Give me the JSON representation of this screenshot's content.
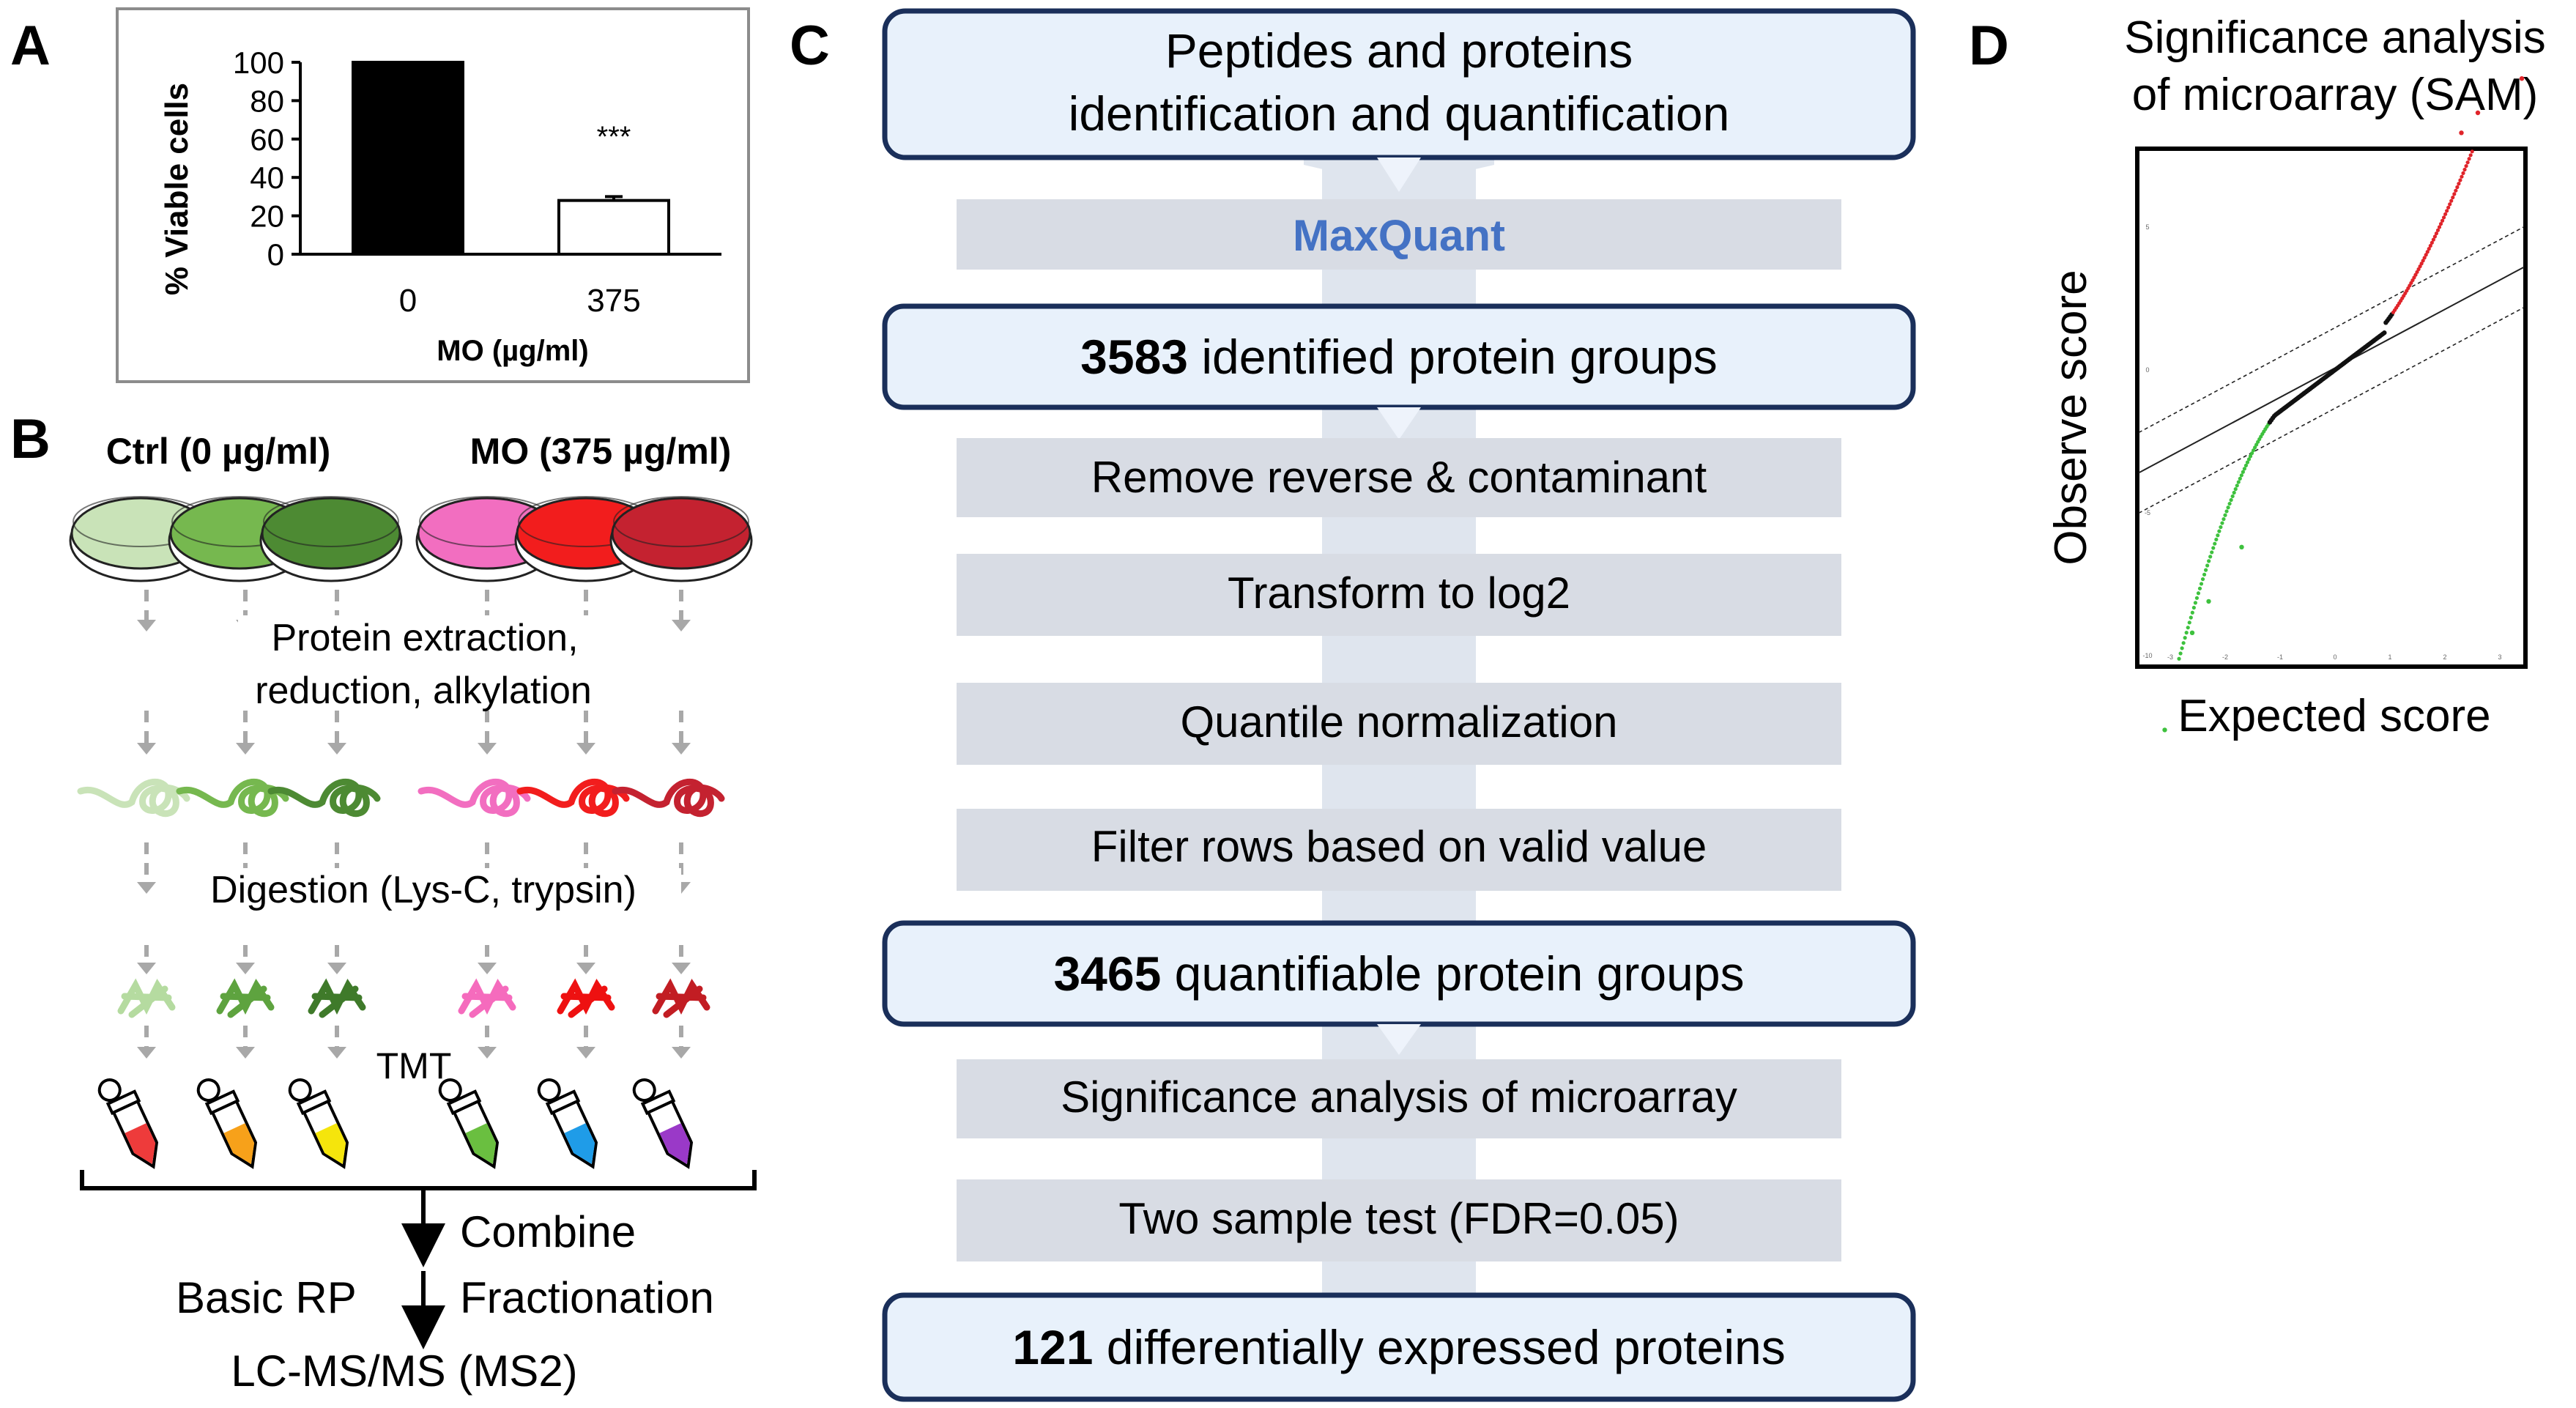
{
  "panels": {
    "a": {
      "letter": "A"
    },
    "b": {
      "letter": "B"
    },
    "c": {
      "letter": "C"
    },
    "d": {
      "letter": "D"
    }
  },
  "viability_chart": {
    "chart_data": {
      "type": "bar",
      "categories": [
        "0",
        "375"
      ],
      "values": [
        100,
        28
      ],
      "error": [
        0,
        2
      ],
      "ylabel": "% Viable cells",
      "xlabel": "MO (µg/ml)",
      "yticks": [
        0,
        20,
        40,
        60,
        80,
        100
      ],
      "ylim": [
        0,
        100
      ],
      "bar_fill": [
        "#000000",
        "#ffffff"
      ],
      "annotation": "***"
    }
  },
  "workflow_b": {
    "ctrl_label": "Ctrl (0 µg/ml)",
    "mo_label": "MO (375 µg/ml)",
    "step_extraction_line1": "Protein  extraction,",
    "step_extraction_line2": "reduction,  alkylation",
    "step_digestion": "Digestion (Lys-C, trypsin)",
    "step_tmt": "TMT",
    "step_combine": "Combine",
    "step_basic_rp": "Basic RP",
    "step_fractionation": "Fractionation",
    "step_lcms": "LC-MS/MS (MS2)",
    "ctrl_colors": [
      "#c9e3b8",
      "#76b84f",
      "#4d8a33"
    ],
    "mo_colors": [
      "#f26ec0",
      "#f21d1d",
      "#c42230"
    ],
    "peptide_colors": [
      "#b5dba0",
      "#5ea33f",
      "#3f7a2a",
      "#f56bbd",
      "#ee1111",
      "#c21d23"
    ],
    "tube_colors": [
      "#ee3b3b",
      "#f7a11a",
      "#f5e50c",
      "#6abf40",
      "#1f9ce8",
      "#9a39c8"
    ]
  },
  "workflow_c": {
    "boxes": [
      {
        "text_line1": "Peptides and proteins",
        "text_line2": "identification and quantification"
      },
      {
        "bold": "3583",
        "text": " identified protein groups"
      },
      {
        "bold": "3465",
        "text": " quantifiable protein groups"
      },
      {
        "bold": "121",
        "text": " differentially expressed proteins"
      }
    ],
    "steps": [
      {
        "text": "MaxQuant"
      },
      {
        "text": "Remove reverse & contaminant"
      },
      {
        "text": "Transform to log2"
      },
      {
        "text": "Quantile normalization"
      },
      {
        "text": "Filter rows based on valid value"
      },
      {
        "text": "Significance analysis of microarray"
      },
      {
        "text": "Two sample test (FDR=0.05)"
      }
    ],
    "box_fill": "#e8f1fb",
    "box_border": "#1a2f5a",
    "step_fill": "#d8dce4",
    "accent": "#4472c4"
  },
  "sam_plot": {
    "title_line1": "Significance analysis",
    "title_line2": "of microarray (SAM)",
    "xlabel": "Expected score",
    "ylabel": "Observe score",
    "xticks": [
      "-3",
      "-2",
      "-1",
      "0",
      "1",
      "2",
      "3"
    ],
    "yticks": [
      "-10",
      "-5",
      "0",
      "5"
    ],
    "up_color": "#e0242a",
    "down_color": "#3ec13e",
    "ns_color": "#111111"
  }
}
